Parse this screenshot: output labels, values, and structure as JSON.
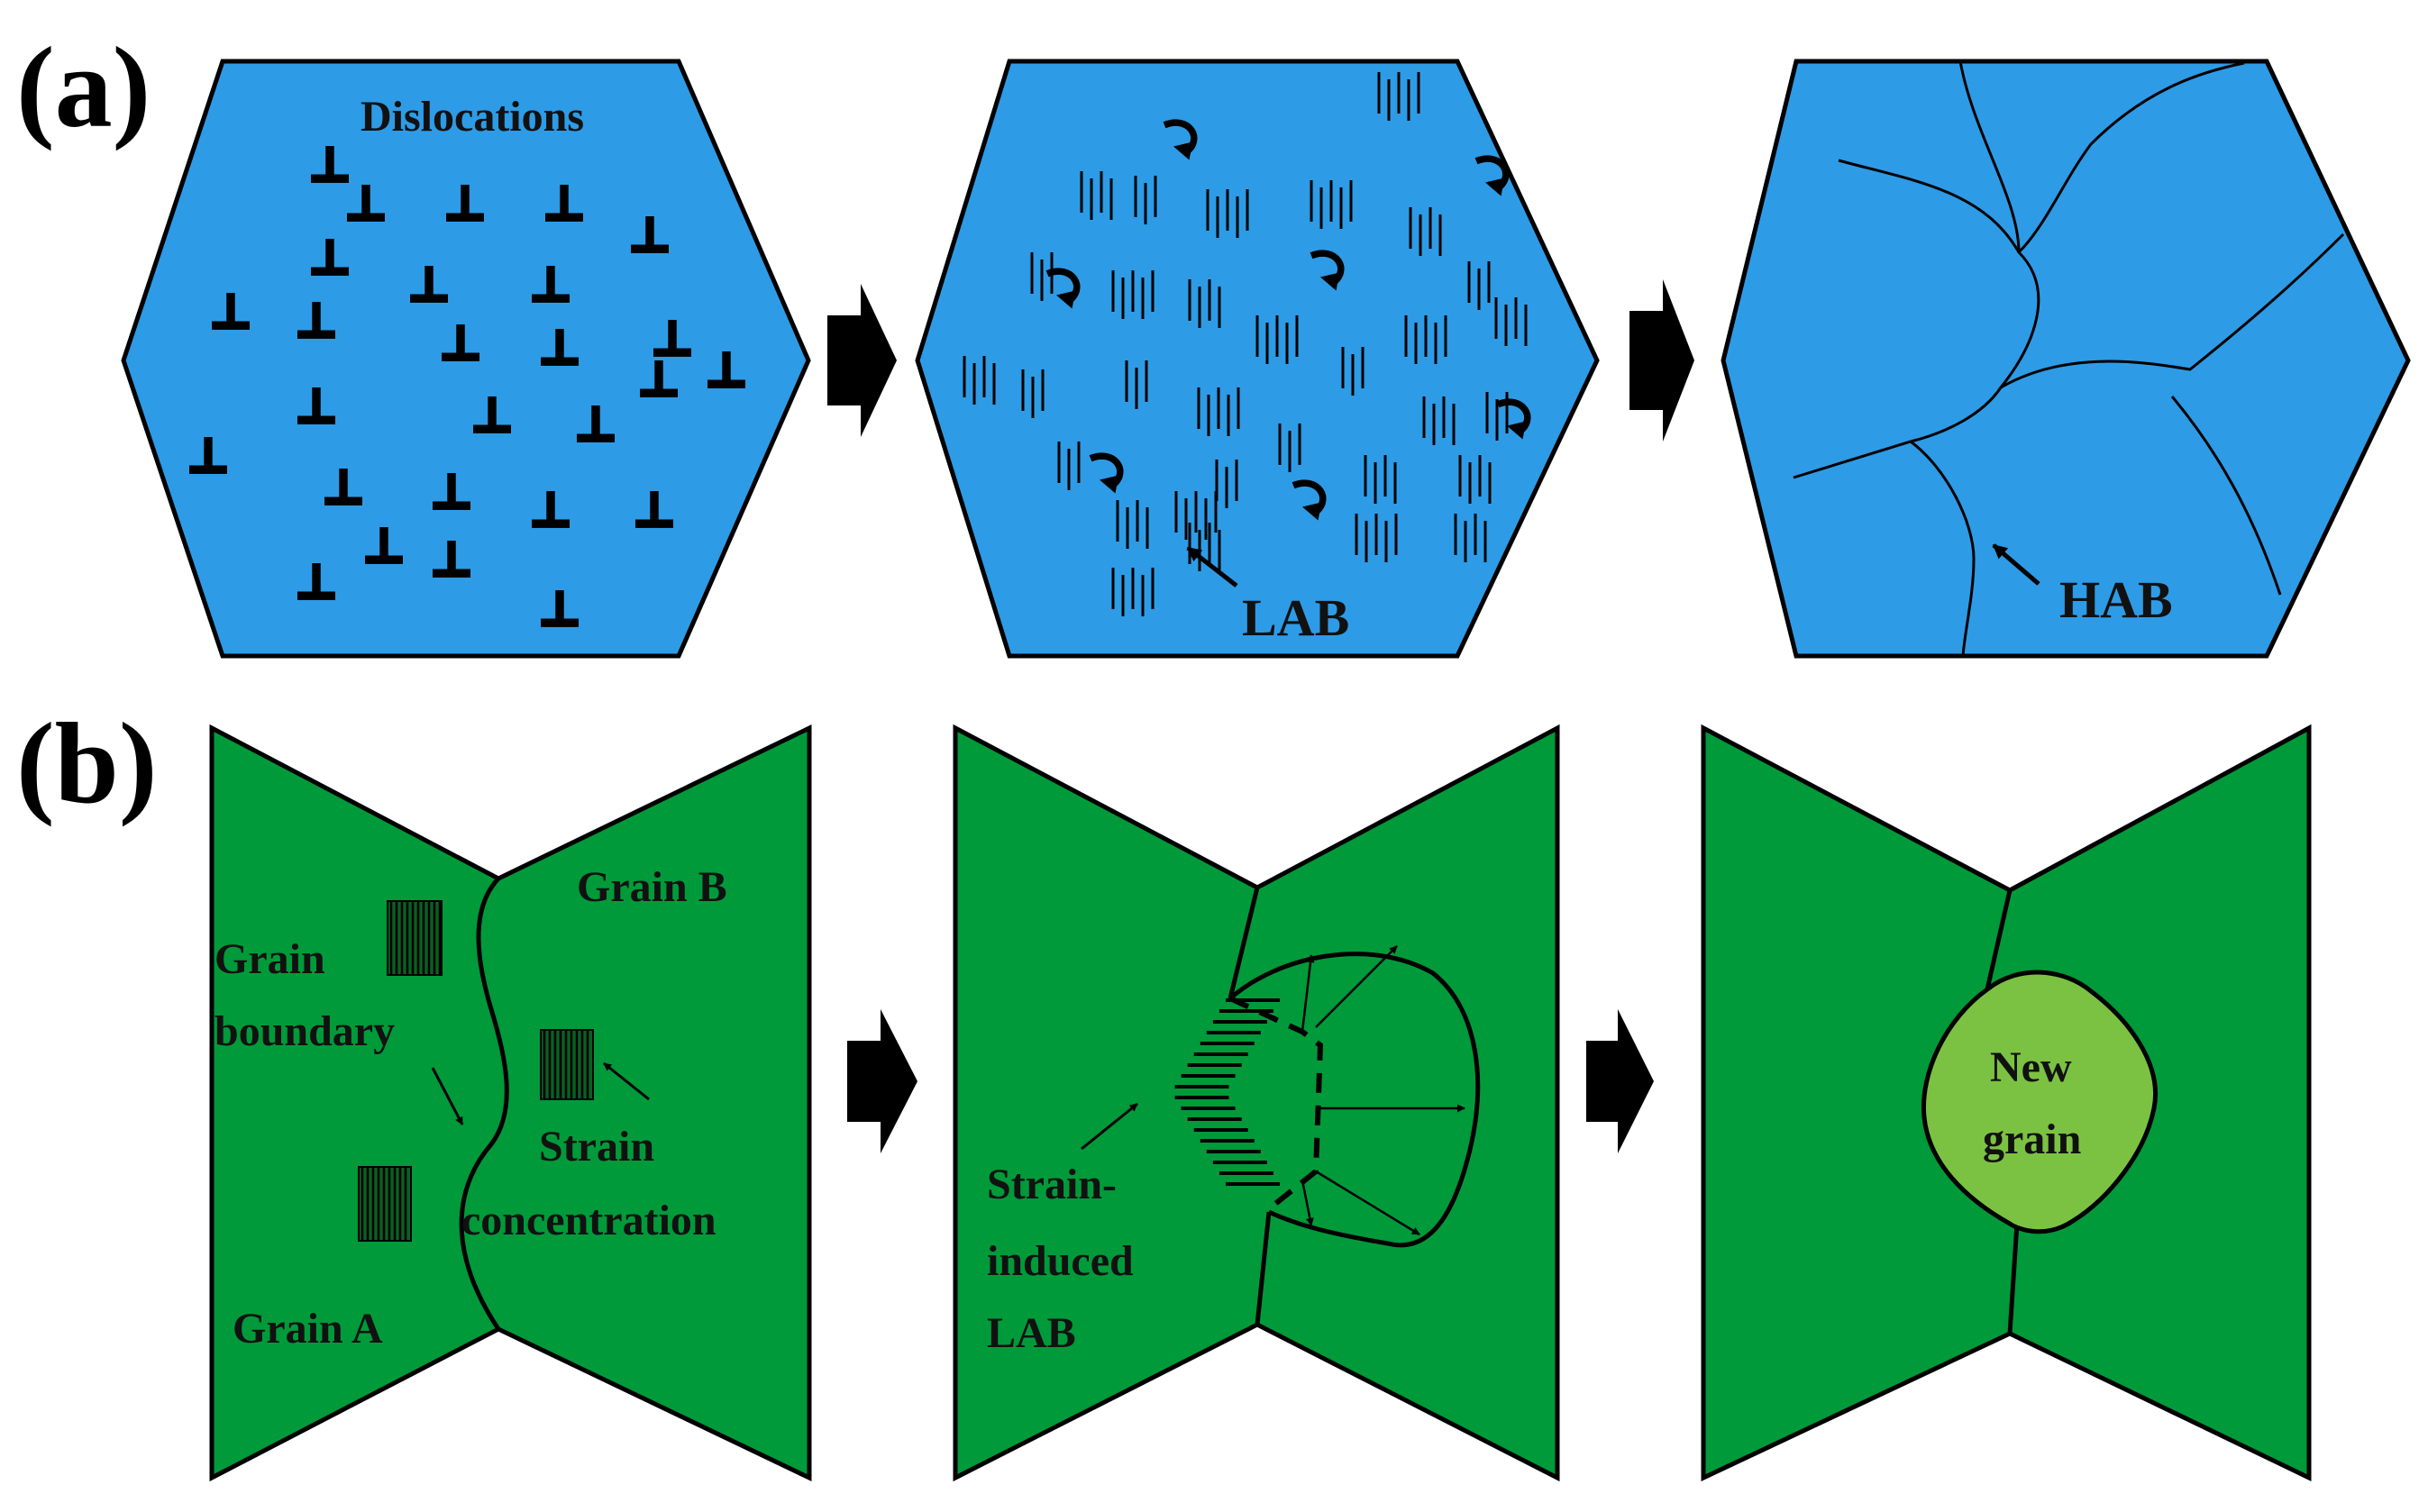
{
  "panels": {
    "a": {
      "label": "(a)"
    },
    "b": {
      "label": "(b)"
    }
  },
  "labels": {
    "dislocations": "Dislocations",
    "lab": "LAB",
    "hab": "HAB",
    "grain_b": "Grain B",
    "grain_a": "Grain A",
    "grain_boundary_line1": "Grain",
    "grain_boundary_line2": "boundary",
    "strain_conc_line1": "Strain",
    "strain_conc_line2": "concentration",
    "strain_induced_line1": "Strain-",
    "strain_induced_line2": "induced",
    "strain_induced_line3": "LAB",
    "new_grain_line1": "New",
    "new_grain_line2": "grain"
  },
  "colors": {
    "hexagon_fill": "#2E9BE6",
    "bowtie_fill": "#009A3A",
    "new_grain_fill": "#7CC242",
    "ink": "#000000"
  }
}
